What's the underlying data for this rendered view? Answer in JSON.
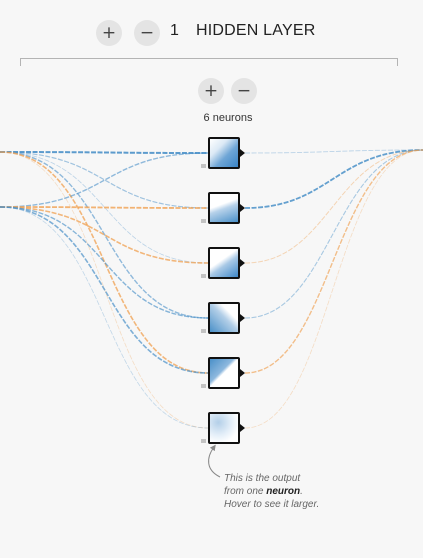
{
  "layer_controls": {
    "add_layer_label": "+",
    "remove_layer_label": "−",
    "count": "1",
    "label": "HIDDEN LAYER"
  },
  "neuron_controls": {
    "add_neuron_label": "+",
    "remove_neuron_label": "−",
    "count_label": "6 neurons"
  },
  "callout": {
    "before": "This is the output from one ",
    "emphasis": "neuron",
    "after": ". Hover to see it larger."
  },
  "colors": {
    "positive_weight": "#4a90c8",
    "negative_weight": "#f0a050",
    "neuron_border": "#111111",
    "button_bg": "#e4e4e4"
  },
  "icons": {
    "add": "plus-icon",
    "remove": "minus-icon",
    "callout": "curved-arrow-icon"
  }
}
